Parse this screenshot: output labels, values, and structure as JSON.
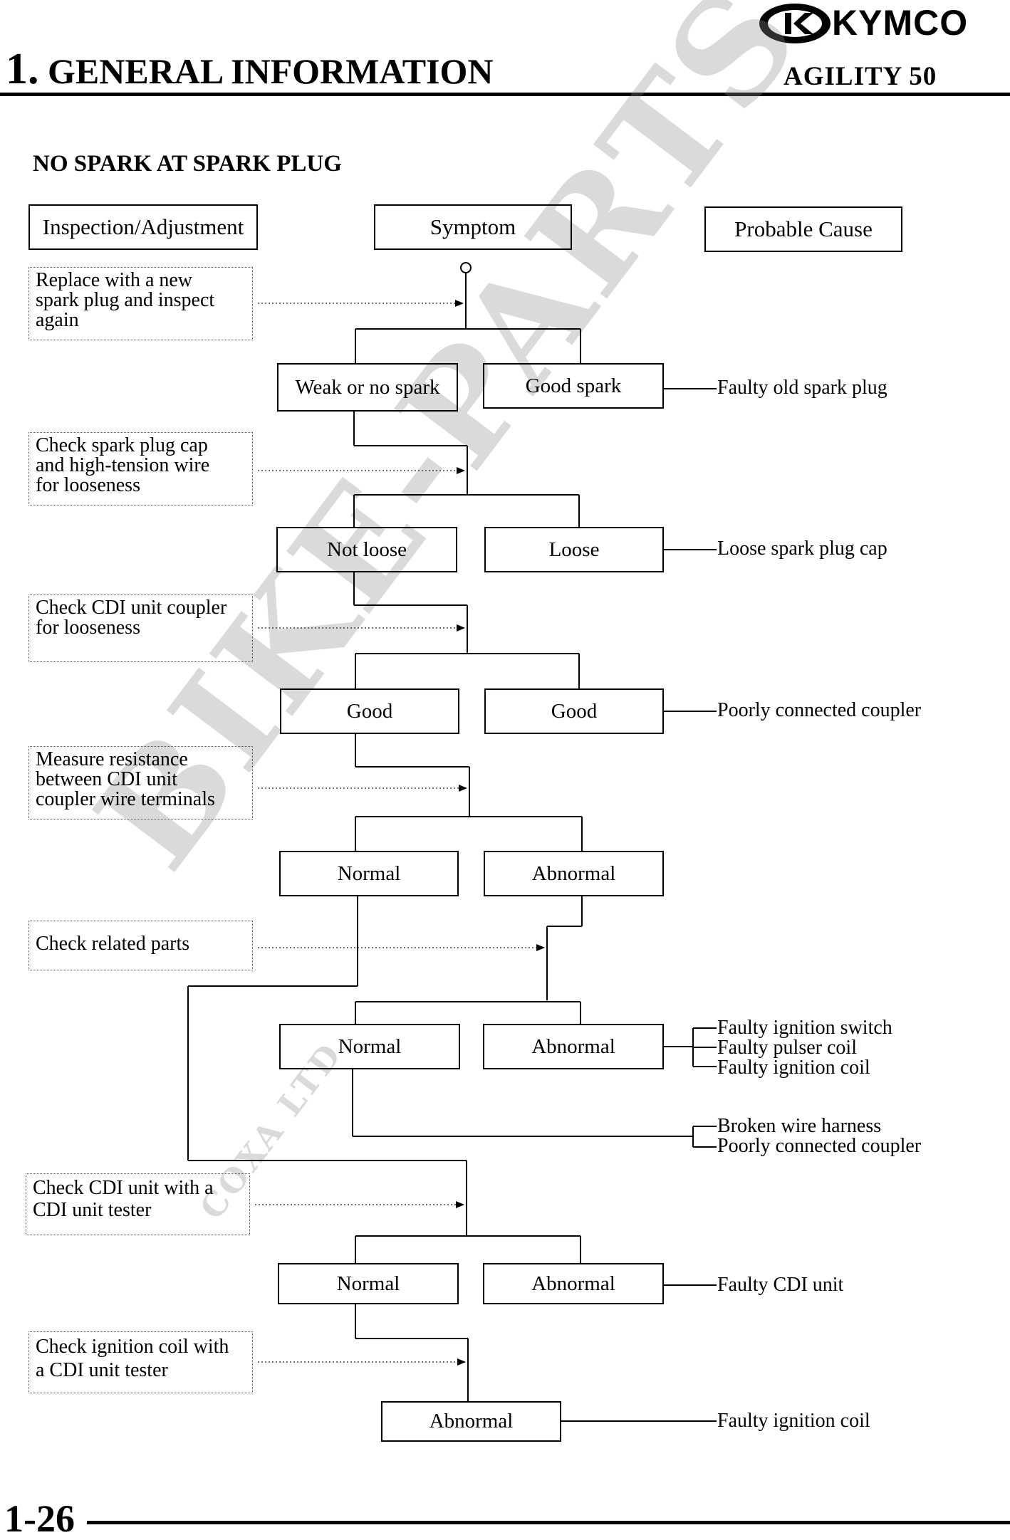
{
  "header": {
    "chapter_number": "1.",
    "chapter_title": " GENERAL INFORMATION",
    "model": "AGILITY 50",
    "brand": "KYMCO"
  },
  "section_title": "NO SPARK AT SPARK PLUG",
  "columns": {
    "inspection": "Inspection/Adjustment",
    "symptom": "Symptom",
    "cause": "Probable Cause"
  },
  "inspections": [
    [
      "Replace with a new",
      "spark plug and inspect",
      "again"
    ],
    [
      "Check spark plug cap",
      "and high-tension wire",
      "for looseness"
    ],
    [
      "Check CDI unit coupler",
      "for looseness"
    ],
    [
      "Measure resistance",
      "between CDI unit",
      "coupler wire terminals"
    ],
    [
      "Check related parts"
    ],
    [
      "Check CDI unit with a",
      "CDI unit tester"
    ],
    [
      "Check ignition coil with",
      "a CDI unit tester"
    ]
  ],
  "symptoms": {
    "r1_left": "Weak or no spark",
    "r1_right": "Good spark",
    "r2_left": "Not loose",
    "r2_right": "Loose",
    "r3_left": "Good",
    "r3_right": "Good",
    "r4_left": "Normal",
    "r4_right": "Abnormal",
    "r5_left": "Normal",
    "r5_right": "Abnormal",
    "r6_left": "Normal",
    "r6_right": "Abnormal",
    "r7_single": "Abnormal"
  },
  "causes": {
    "c1": "Faulty old spark plug",
    "c2": "Loose spark plug cap",
    "c3": "Poorly connected coupler",
    "c5": [
      "Faulty ignition switch",
      "Faulty pulser coil",
      "Faulty ignition coil"
    ],
    "c5b": [
      "Broken wire harness",
      "Poorly connected coupler"
    ],
    "c6": "Faulty CDI unit",
    "c7": "Faulty ignition coil"
  },
  "watermark": "BIKE-PARTS",
  "watermark_small": "COXA LTD",
  "footer": {
    "page": "1-26"
  }
}
